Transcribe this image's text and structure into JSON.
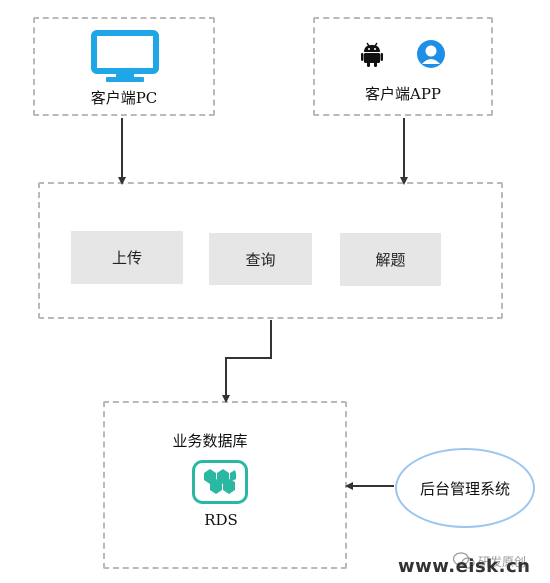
{
  "client_pc": {
    "label": "客户端PC",
    "icon": "monitor-icon",
    "icon_color": "#1fa6e6"
  },
  "client_app": {
    "label": "客户端APP",
    "icons": [
      "android-icon",
      "user-icon"
    ],
    "user_icon_color": "#1e8fe6"
  },
  "gateway": {
    "buttons": [
      {
        "label": "上传"
      },
      {
        "label": "查询"
      },
      {
        "label": "解题"
      }
    ]
  },
  "database": {
    "title": "业务数据库",
    "icon": "rds-icon",
    "icon_color": "#2bb8a3",
    "caption": "RDS"
  },
  "backend": {
    "label": "后台管理系统",
    "border_color": "#9cc6ee"
  },
  "watermark": {
    "wechat_text": "研发原创",
    "site": "www.eisk.cn"
  }
}
